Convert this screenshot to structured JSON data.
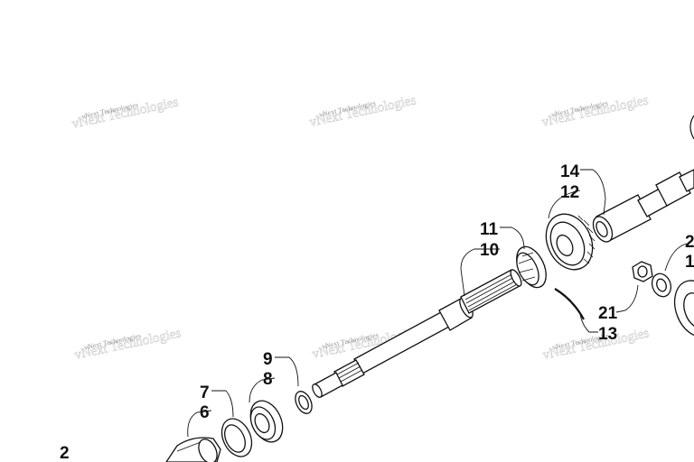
{
  "watermark_text": "vNext Technologies",
  "callouts": {
    "c14": "14",
    "c12": "12",
    "c11": "11",
    "c10": "10",
    "c9": "9",
    "c8": "8",
    "c7": "7",
    "c6": "6",
    "c21": "21",
    "c13": "13",
    "c2": "2",
    "c2_right": "2",
    "c1_right": "1"
  },
  "colors": {
    "line": "#111111",
    "watermark": "#8c8c8c",
    "background": "#ffffff"
  }
}
